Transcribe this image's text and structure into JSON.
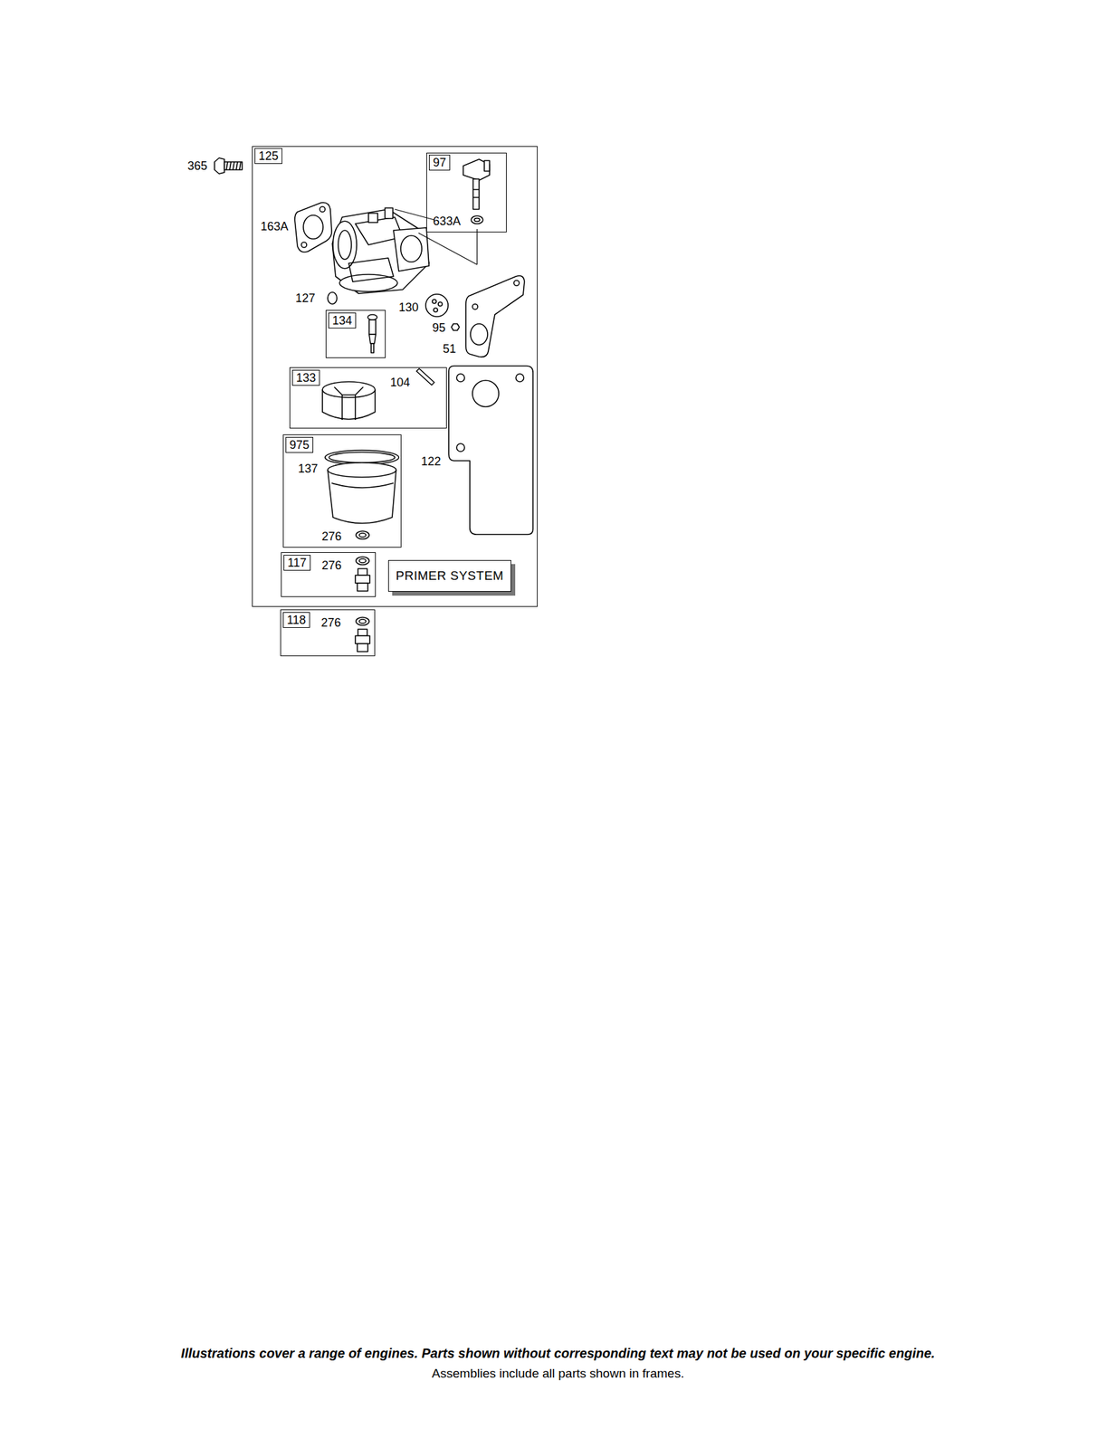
{
  "diagram": {
    "nodes": [
      {
        "text": [
          "125"
        ]
      },
      {
        "text": [
          "97",
          "633A"
        ],
        "in": 0
      },
      {
        "text": [
          "134"
        ],
        "in": 0
      },
      {
        "text": [
          "133",
          "104"
        ],
        "in": 0
      },
      {
        "text": [
          "975",
          "137",
          "276"
        ],
        "in": 0
      },
      {
        "text": [
          "117",
          "276"
        ],
        "in": 0
      },
      {
        "text": [
          "PRIMER SYSTEM"
        ],
        "in": 0
      },
      {
        "text": [
          "118",
          "276"
        ]
      }
    ],
    "labels": [
      "365",
      "163A",
      "127",
      "130",
      "95",
      "51",
      "122",
      "Illustrations cover a range of engines. Parts shown without corresponding text may not be used on your specific engine.",
      "Assemblies include all parts shown in frames."
    ]
  }
}
